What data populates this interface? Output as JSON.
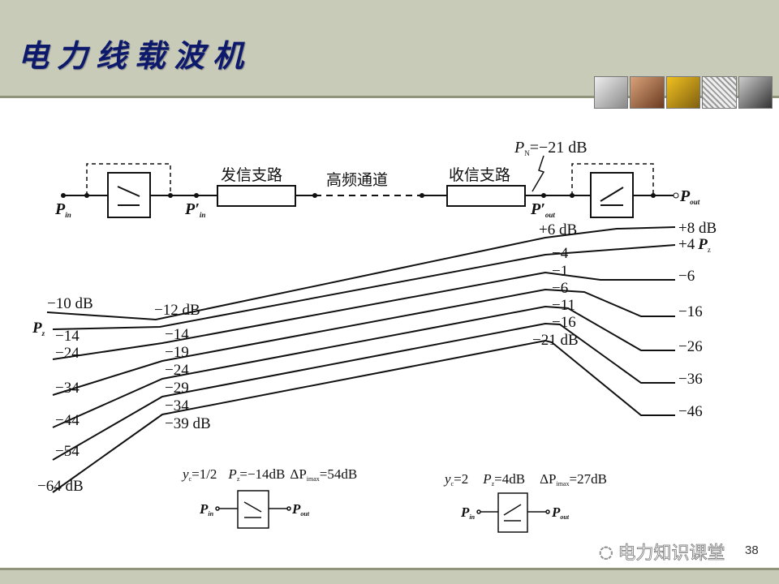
{
  "slide": {
    "title": "电力线载波机",
    "page_number": "38"
  },
  "watermark": {
    "text": "电力知识课堂",
    "icon": "wechat-icon"
  },
  "diagram": {
    "p_in": "P",
    "p_in_sub": "in",
    "p_in_prime": "P′",
    "p_in_prime_sub": "in",
    "tx_branch": "发信支路",
    "hf_channel": "高频通道",
    "rx_branch": "收信支路",
    "noise": "P",
    "noise_sub": "N",
    "noise_value": "=−21 dB",
    "p_out_prime": "P′",
    "p_out_prime_sub": "out",
    "p_out": "P",
    "p_out_sub": "out",
    "pz_left": "P",
    "pz_left_sub": "z",
    "pz_right_sub": "z",
    "left_levels": [
      "−10 dB",
      "−14",
      "−24",
      "−34",
      "−44",
      "−54",
      "−64 dB"
    ],
    "tx_levels": [
      "−12 dB",
      "−14",
      "−19",
      "−24",
      "−29",
      "−34",
      "−39 dB"
    ],
    "rx_levels": [
      "+6 dB",
      "−4",
      "−1",
      "−6",
      "−11",
      "−16",
      "−21 dB"
    ],
    "right_levels": [
      "+8 dB",
      "+4",
      "−6",
      "−16",
      "−26",
      "−36",
      "−46"
    ]
  },
  "compressor": {
    "gamma": "y",
    "gamma_sub": "c",
    "gamma_value": "=1/2",
    "pz": "P",
    "pz_sub": "z",
    "pz_value": "=−14dB",
    "dp": "ΔP",
    "dp_sub": "imax",
    "dp_value": "=54dB",
    "in": "P",
    "in_sub": "in",
    "out": "P",
    "out_sub": "out"
  },
  "expander": {
    "gamma": "y",
    "gamma_sub": "c",
    "gamma_value": "=2",
    "pz": "P",
    "pz_sub": "z",
    "pz_value": "=4dB",
    "dp": "ΔP",
    "dp_sub": "imax",
    "dp_value": "=27dB",
    "in": "P",
    "in_sub": "in",
    "out": "P",
    "out_sub": "out"
  }
}
